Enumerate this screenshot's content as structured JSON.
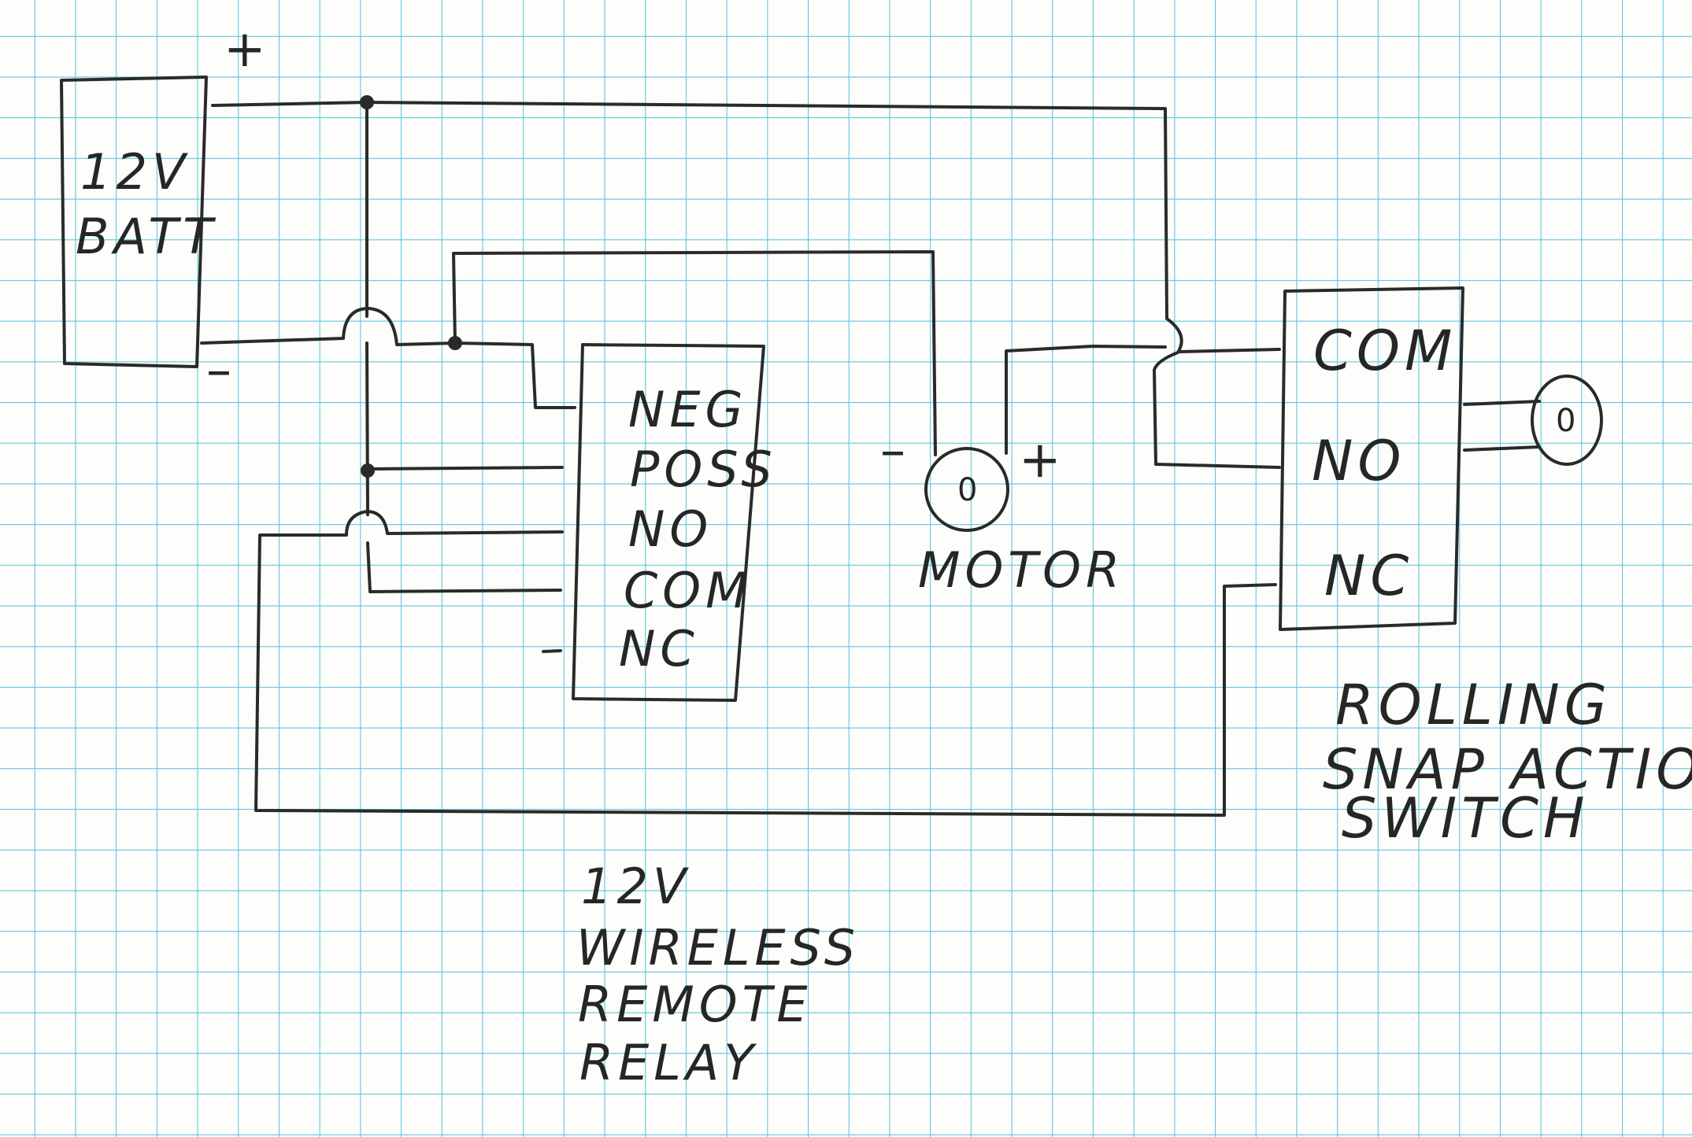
{
  "battery": {
    "line1": "12V",
    "line2": "BATT",
    "plus": "+",
    "minus": "–"
  },
  "relay": {
    "terminals": [
      "NEG",
      "POSS",
      "NO",
      "COM",
      "NC"
    ],
    "caption": [
      "12V",
      "WIRELESS",
      "REMOTE",
      "RELAY"
    ]
  },
  "motor": {
    "label": "MOTOR",
    "minus": "–",
    "plus": "+",
    "symbol": "0"
  },
  "switch": {
    "terminals": [
      "COM",
      "NO",
      "NC"
    ],
    "caption": [
      "ROLLING",
      "SNAP ACTION",
      "SWITCH"
    ],
    "roller_symbol": "0"
  }
}
